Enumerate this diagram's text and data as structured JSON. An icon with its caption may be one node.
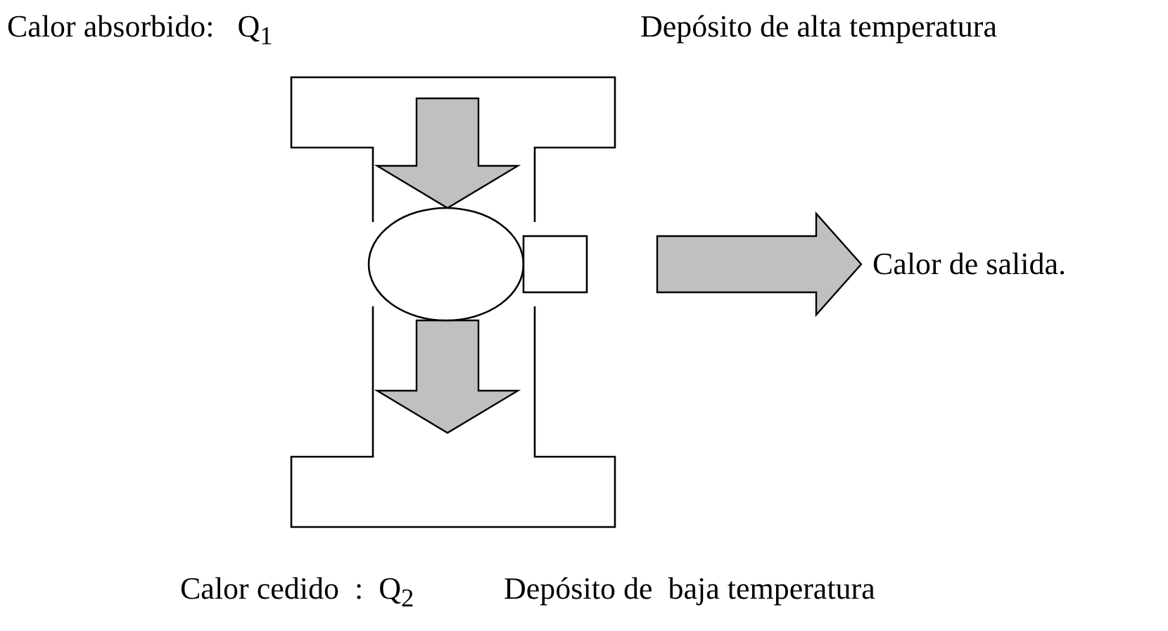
{
  "diagram": {
    "nodes": [
      {
        "text": [
          "Depósito de alta temperatura"
        ]
      },
      {
        "text": [],
        "shape": "circle"
      },
      {
        "text": [],
        "shape": "box"
      },
      {
        "text": [
          "Calor de salida."
        ]
      },
      {
        "text": [
          "Depósito de  baja temperatura"
        ]
      }
    ],
    "edges": [
      {
        "from": 0,
        "to": 1,
        "arrow": "to"
      },
      {
        "from": 1,
        "to": 4,
        "arrow": "to"
      },
      {
        "from": 2,
        "to": 3,
        "arrow": "to"
      }
    ],
    "labels": [
      "Calor absorbido:   Q$_{1}$",
      "Calor cedido  :  Q$_{2}$"
    ]
  }
}
